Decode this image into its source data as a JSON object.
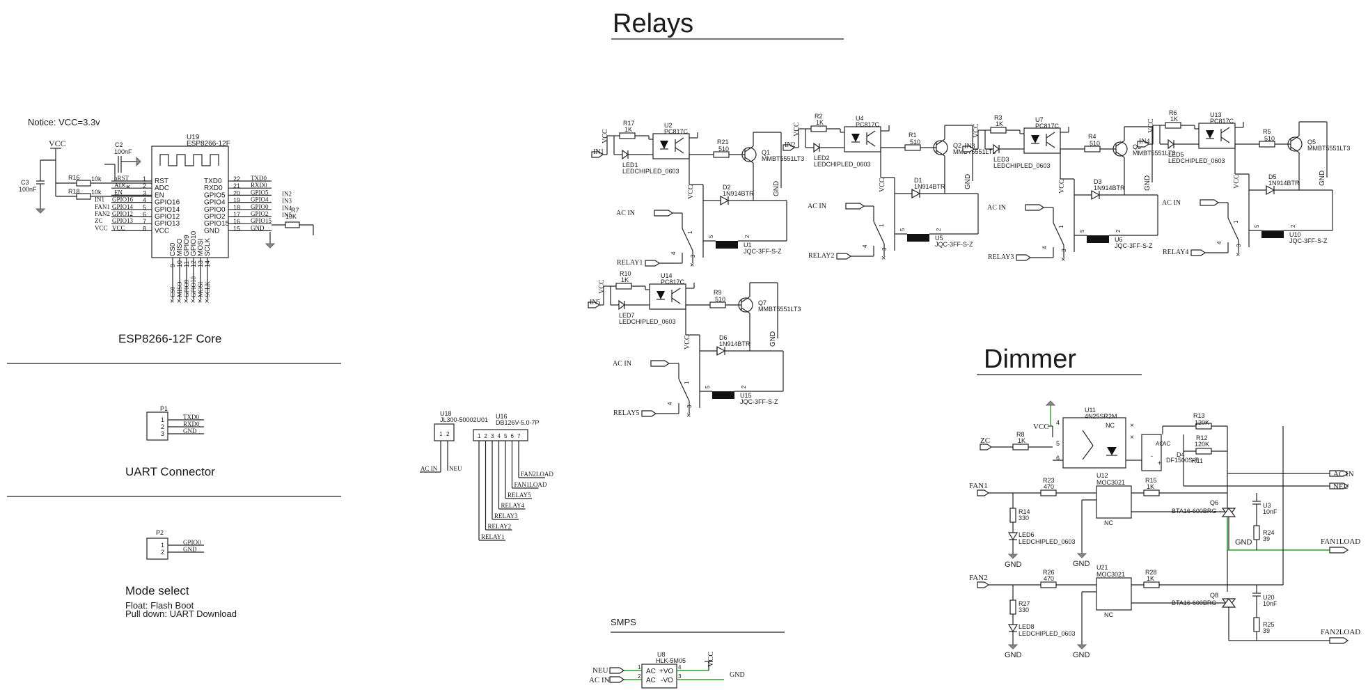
{
  "sections": {
    "relays": "Relays",
    "dimmer": "Dimmer",
    "smps": "SMPS",
    "core": "ESP8266-12F Core",
    "uart": "UART Connector",
    "mode": "Mode select",
    "notice": "Notice: VCC=3.3v",
    "mode_note_1": "Float: Flash Boot",
    "mode_note_2": "Pull down: UART Download"
  },
  "esp": {
    "ref": "U19",
    "part": "ESP8266-12F",
    "left_pins": [
      {
        "num": "1",
        "name": "RST",
        "net": "nRST"
      },
      {
        "num": "2",
        "name": "ADC",
        "net": "ADC"
      },
      {
        "num": "3",
        "name": "EN",
        "net": "EN"
      },
      {
        "num": "4",
        "name": "GPIO16",
        "net": "IN1"
      },
      {
        "num": "5",
        "name": "GPIO14",
        "net": "FAN1"
      },
      {
        "num": "6",
        "name": "GPIO12",
        "net": "FAN2"
      },
      {
        "num": "7",
        "name": "GPIO13",
        "net": "ZC"
      },
      {
        "num": "8",
        "name": "VCC",
        "net": "VCC"
      }
    ],
    "left_pin_alias": [
      "",
      "",
      "",
      "GPIO16",
      "GPIO14",
      "GPIO12",
      "GPIO13",
      "VCC"
    ],
    "right_pins": [
      {
        "num": "22",
        "name": "TXD0",
        "net": "TXD0",
        "net2": ""
      },
      {
        "num": "21",
        "name": "RXD0",
        "net": "RXD0",
        "net2": ""
      },
      {
        "num": "20",
        "name": "GPIO5",
        "net": "GPIO5",
        "net2": "IN2"
      },
      {
        "num": "19",
        "name": "GPIO4",
        "net": "GPIO4",
        "net2": "IN3"
      },
      {
        "num": "18",
        "name": "GPIO0",
        "net": "GPIO0",
        "net2": "IN4"
      },
      {
        "num": "17",
        "name": "GPIO2",
        "net": "GPIO2",
        "net2": "IN5"
      },
      {
        "num": "16",
        "name": "GPIO15",
        "net": "GPIO15",
        "net2": ""
      },
      {
        "num": "15",
        "name": "GND",
        "net": "GND",
        "net2": ""
      }
    ],
    "bottom_pins": [
      {
        "num": "9",
        "name": "CS0",
        "net": "CS0"
      },
      {
        "num": "10",
        "name": "MISO",
        "net": "MISO"
      },
      {
        "num": "11",
        "name": "GPIO9",
        "net": "GPIO9"
      },
      {
        "num": "12",
        "name": "GPIO10",
        "net": "GPIO10"
      },
      {
        "num": "13",
        "name": "MOSI",
        "net": "MOSI"
      },
      {
        "num": "14",
        "name": "SCLK",
        "net": "SCLK"
      }
    ],
    "vcc": "VCC",
    "c2": {
      "ref": "C2",
      "val": "100nF"
    },
    "c3": {
      "ref": "C3",
      "val": "100nF"
    },
    "r16": {
      "ref": "R16",
      "val": "10k"
    },
    "r18": {
      "ref": "R18",
      "val": "10k"
    },
    "r7": {
      "ref": "R7",
      "val": "10K"
    }
  },
  "p1": {
    "ref": "P1",
    "pins": [
      "1",
      "2",
      "3"
    ],
    "nets": [
      "TXD0",
      "RXD0",
      "GND"
    ]
  },
  "p2": {
    "ref": "P2",
    "pins": [
      "1",
      "2"
    ],
    "nets": [
      "GPIO0",
      "GND"
    ]
  },
  "u18": {
    "ref": "U18",
    "part": "JL300-50002U01",
    "pins": [
      "1",
      "2"
    ],
    "nets": [
      "AC IN",
      "NEU"
    ]
  },
  "u16": {
    "ref": "U16",
    "part": "DB126V-5.0-7P",
    "pins": [
      "1",
      "2",
      "3",
      "4",
      "5",
      "6",
      "7"
    ],
    "nets": [
      "RELAY1",
      "RELAY2",
      "RELAY3",
      "RELAY4",
      "RELAY5",
      "FAN1LOAD",
      "FAN2LOAD"
    ]
  },
  "relay_channels": [
    {
      "in": "IN1",
      "vcc": "VCC",
      "r_in": "R17",
      "r_in_val": "1K",
      "opto": "U2",
      "opto_part": "PC817C",
      "led": "LED1",
      "led_part": "LEDCHIPLED_0603",
      "r_b": "R21",
      "r_b_val": "510",
      "q": "Q1",
      "q_part": "MMBT5551LT3",
      "gnd": "GND",
      "d": "D2",
      "d_part": "1N914BTR",
      "vcc2": "VCC",
      "acin": "AC IN",
      "relay": "U1",
      "relay_part": "JQC-3FF-S-Z",
      "out": "RELAY1"
    },
    {
      "in": "IN2",
      "vcc": "VCC",
      "r_in": "R2",
      "r_in_val": "1K",
      "opto": "U4",
      "opto_part": "PC817C",
      "led": "LED2",
      "led_part": "LEDCHIPLED_0603",
      "r_b": "R1",
      "r_b_val": "510",
      "q": "Q2",
      "q_part": "MMBT5551LT3",
      "gnd": "GND",
      "d": "D1",
      "d_part": "1N914BTR",
      "vcc2": "VCC",
      "acin": "AC IN",
      "relay": "U5",
      "relay_part": "JQC-3FF-S-Z",
      "out": "RELAY2"
    },
    {
      "in": "IN3",
      "vcc": "VCC",
      "r_in": "R3",
      "r_in_val": "1K",
      "opto": "U7",
      "opto_part": "PC817C",
      "led": "LED3",
      "led_part": "LEDCHIPLED_0603",
      "r_b": "R4",
      "r_b_val": "510",
      "q": "Q3",
      "q_part": "MMBT5551LT3",
      "gnd": "GND",
      "d": "D3",
      "d_part": "1N914BTR",
      "vcc2": "VCC",
      "acin": "AC IN",
      "relay": "U6",
      "relay_part": "JQC-3FF-S-Z",
      "out": "RELAY3"
    },
    {
      "in": "IN4",
      "vcc": "VCC",
      "r_in": "R6",
      "r_in_val": "1K",
      "opto": "U13",
      "opto_part": "PC817C",
      "led": "LED5",
      "led_part": "LEDCHIPLED_0603",
      "r_b": "R5",
      "r_b_val": "510",
      "q": "Q5",
      "q_part": "MMBT5551LT3",
      "gnd": "GND",
      "d": "D5",
      "d_part": "1N914BTR",
      "vcc2": "VCC",
      "acin": "AC IN",
      "relay": "U10",
      "relay_part": "JQC-3FF-S-Z",
      "out": "RELAY4"
    },
    {
      "in": "IN5",
      "vcc": "VCC",
      "r_in": "R10",
      "r_in_val": "1K",
      "opto": "U14",
      "opto_part": "PC817C",
      "led": "LED7",
      "led_part": "LEDCHIPLED_0603",
      "r_b": "R9",
      "r_b_val": "510",
      "q": "Q7",
      "q_part": "MMBT5551LT3",
      "gnd": "GND",
      "d": "D6",
      "d_part": "1N914BTR",
      "vcc2": "VCC",
      "acin": "AC IN",
      "relay": "U15",
      "relay_part": "JQC-3FF-S-Z",
      "out": "RELAY5"
    }
  ],
  "dimmer": {
    "zc": "ZC",
    "r8": "R8",
    "r8_val": "1K",
    "vcc": "VCC",
    "u11": "U11",
    "u11_part": "4N25SR2M",
    "nc": "NC",
    "d4": "D4",
    "d4_part": "DF1500S-T",
    "r13": "R13",
    "r13_val": "120K",
    "r12": "R12",
    "r12_val": "120K",
    "r11": "R11",
    "acin": "AC IN",
    "neu": "NEU",
    "fan1": "FAN1",
    "fan2": "FAN2",
    "r23": "R23",
    "r23_val": "470",
    "r26": "R26",
    "r26_val": "470",
    "u12": "U12",
    "u12_part": "MOC3021",
    "u21": "U21",
    "u21_part": "MOC3021",
    "r15": "R15",
    "r15_val": "1K",
    "r28": "R28",
    "r28_val": "1K",
    "q6": "Q6",
    "q6_part": "BTA16-600BRG",
    "q8": "Q8",
    "q8_part": "BTA16-600BRG",
    "u3": "U3",
    "u3_val": "10nF",
    "u20": "U20",
    "u20_val": "10nF",
    "r24": "R24",
    "r24_val": "39",
    "r25": "R25",
    "r25_val": "39",
    "r14": "R14",
    "r14_val": "330",
    "r27": "R27",
    "r27_val": "330",
    "led6": "LED6",
    "led6_part": "LEDCHIPLED_0603",
    "led8": "LED8",
    "led8_part": "LEDCHIPLED_0603",
    "gnd": "GND",
    "fan1load": "FAN1LOAD",
    "fan2load": "FAN2LOAD"
  },
  "smps": {
    "ref": "U8",
    "part": "HLK-5M05",
    "pins": [
      "AC",
      "AC",
      "+VO",
      "-VO"
    ],
    "pin_nums": [
      "1",
      "2",
      "4",
      "3"
    ],
    "neu": "NEU",
    "acin": "AC IN",
    "vcc": "VCC",
    "gnd": "GND"
  },
  "misc": {
    "gnd": "GND"
  }
}
